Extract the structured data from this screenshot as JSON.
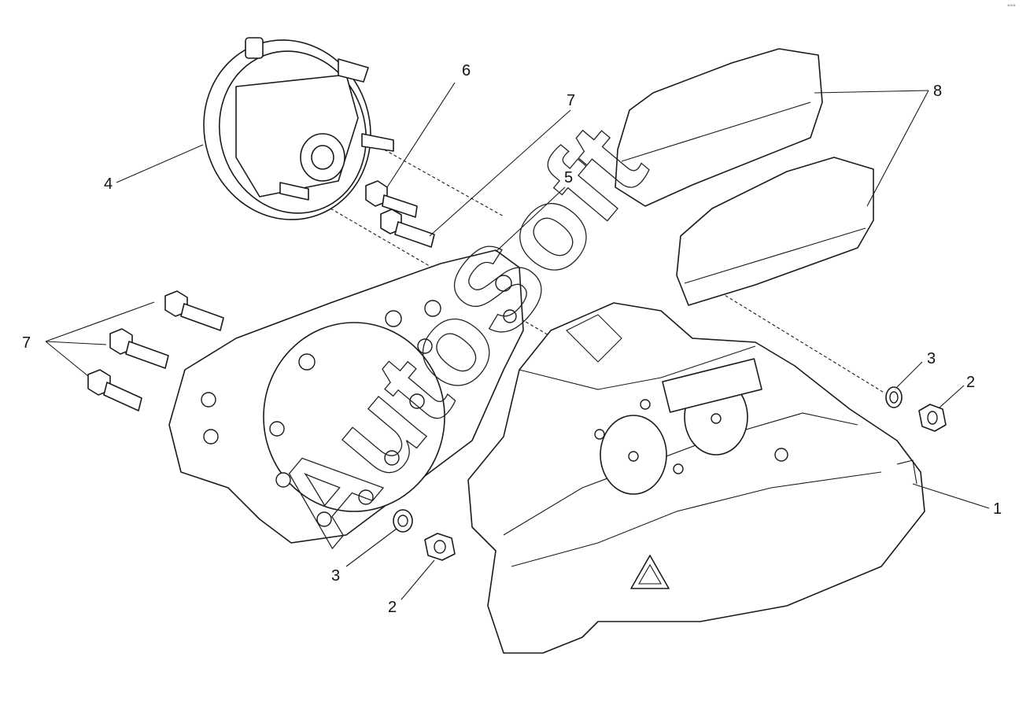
{
  "watermark": "AutoSoft",
  "corner_mark": "°°°",
  "callouts": {
    "brake_caliper": "1",
    "nut_right": "2",
    "nut_bottom": "2",
    "washer_right": "3",
    "washer_bottom": "3",
    "brake_chamber": "4",
    "carrier_bracket": "5",
    "chamber_nut": "6",
    "chamber_bolt": "7",
    "carrier_bolts": "7",
    "brake_pads": "8"
  },
  "colors": {
    "line": "#1a1a1a",
    "background": "#ffffff"
  }
}
